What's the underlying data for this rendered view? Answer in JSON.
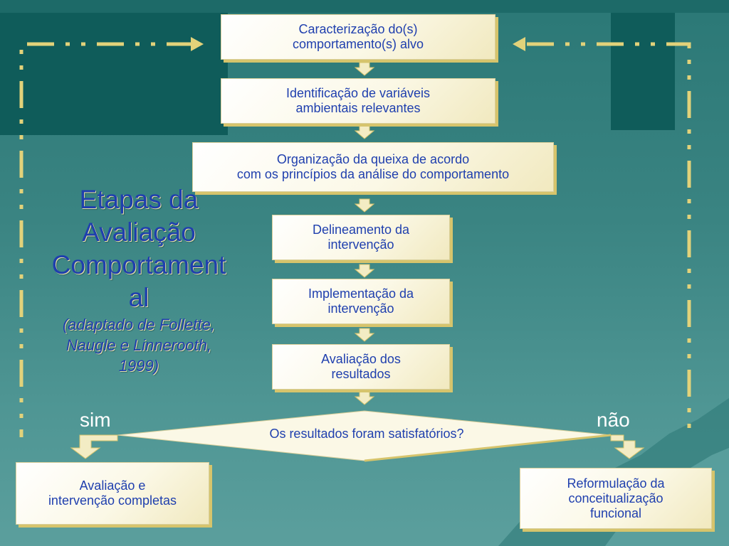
{
  "title": {
    "lines": [
      "Etapas da",
      "Avaliação",
      "Comportament",
      "al"
    ],
    "subtitle_lines": [
      "(adaptado de Follette,",
      "Naugle e Linnerooth,",
      "1999)"
    ]
  },
  "steps": [
    {
      "lines": [
        "Caracterização do(s)",
        "comportamento(s) alvo"
      ]
    },
    {
      "lines": [
        "Identificação de variáveis",
        "ambientais relevantes"
      ]
    },
    {
      "lines": [
        "Organização da queixa de acordo",
        "com os princípios da análise do comportamento"
      ]
    },
    {
      "lines": [
        "Delineamento da",
        "intervenção"
      ]
    },
    {
      "lines": [
        "Implementação da",
        "intervenção"
      ]
    },
    {
      "lines": [
        "Avaliação dos",
        "resultados"
      ]
    }
  ],
  "decision": {
    "question": "Os resultados foram satisfatórios?",
    "yes_label": "sim",
    "no_label": "não"
  },
  "outcomes": {
    "yes": {
      "lines": [
        "Avaliação e",
        "intervenção completas"
      ]
    },
    "no": {
      "lines": [
        "Reformulação da",
        "conceitualização",
        "funcional"
      ]
    }
  },
  "colors": {
    "text": "#1f3fae",
    "box_shadow": "#d6c46c",
    "dashed_line": "#e2d27a",
    "arrow_fill": "#f3ecc4",
    "background": "#3a8482"
  }
}
